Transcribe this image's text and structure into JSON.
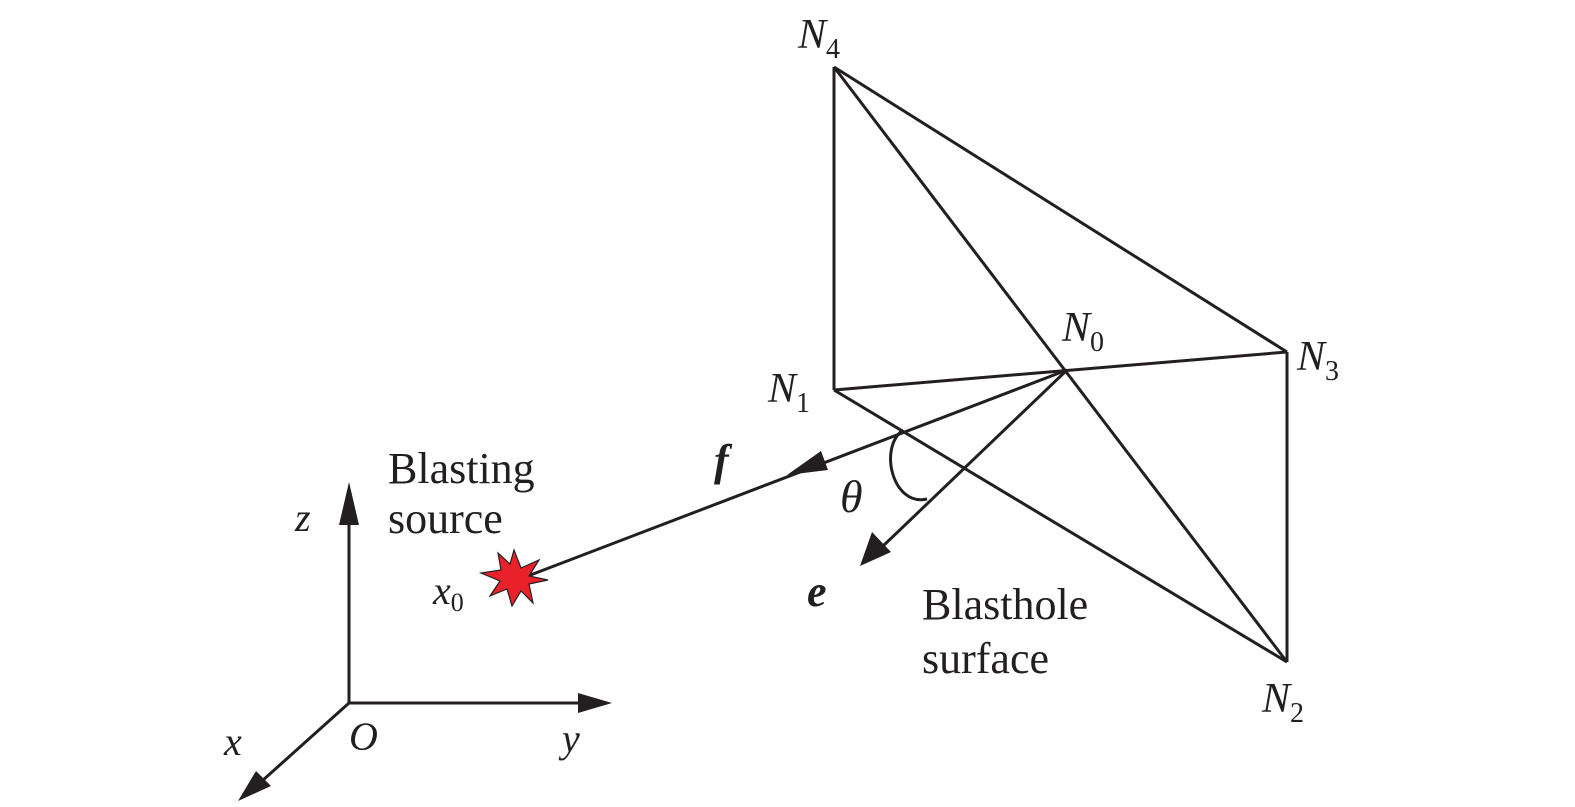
{
  "axes": {
    "origin_label": "O",
    "x_label": "x",
    "y_label": "y",
    "z_label": "z"
  },
  "source": {
    "label_line1": "Blasting",
    "label_line2": "source",
    "point_label": "x",
    "point_subscript": "0",
    "star_color": "#e8212b"
  },
  "vectors": {
    "f_label": "f",
    "e_label": "e",
    "angle_label": "θ"
  },
  "nodes": {
    "n0": {
      "main": "N",
      "sub": "0"
    },
    "n1": {
      "main": "N",
      "sub": "1"
    },
    "n2": {
      "main": "N",
      "sub": "2"
    },
    "n3": {
      "main": "N",
      "sub": "3"
    },
    "n4": {
      "main": "N",
      "sub": "4"
    }
  },
  "surface": {
    "label_line1": "Blasthole",
    "label_line2": "surface"
  },
  "colors": {
    "line": "#231f20",
    "star": "#e8212b"
  }
}
